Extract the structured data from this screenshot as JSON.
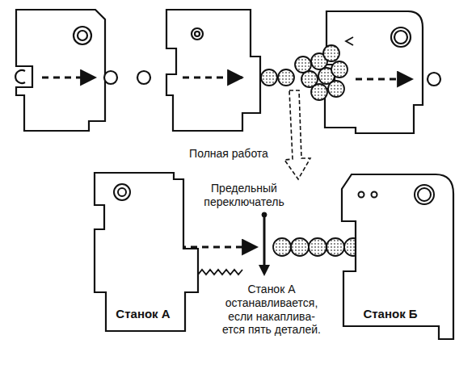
{
  "diagram": {
    "nodes": [
      {
        "text": [
          "Станок А"
        ]
      },
      {
        "text": [
          "Станок Б"
        ]
      }
    ],
    "labels": [
      "Полная работа",
      "Предельный переключатель",
      "Станок А останавливается, если накаплива- ется пять деталей."
    ]
  }
}
